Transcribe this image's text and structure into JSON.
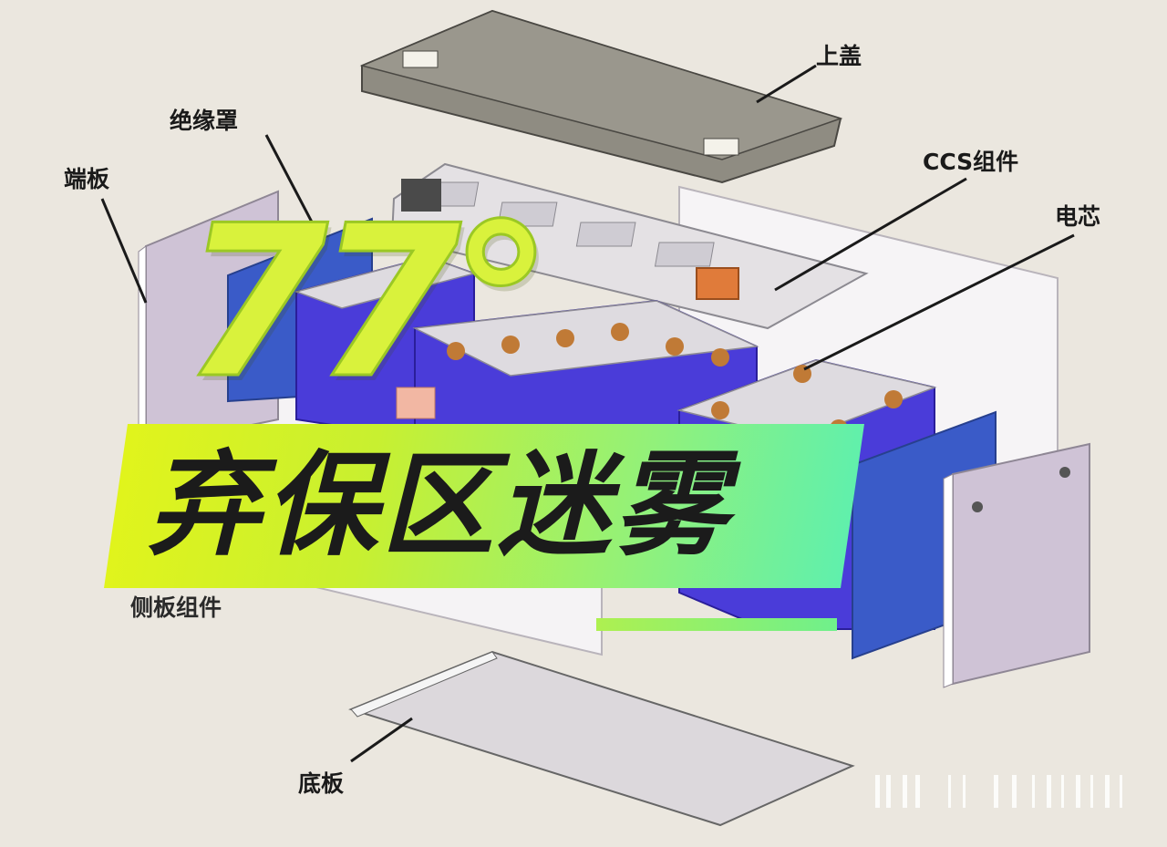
{
  "labels": {
    "lid": "上盖",
    "insulation_cover": "绝缘罩",
    "end_plate": "端板",
    "ccs_assembly": "CCS组件",
    "cell": "电芯",
    "side_plate_assembly": "侧板组件",
    "bottom_plate": "底板"
  },
  "overlay": {
    "headline_number": "77°",
    "banner_text": "弃保区迷雾"
  },
  "colors": {
    "cell_blue": "#4a3cd9",
    "end_plate_blue": "#3a5bc8",
    "lid_gray": "#8f8c82",
    "banner_start": "#e3f41a",
    "banner_end": "#5af0b2",
    "accent_green": "#7cf07a",
    "background": "#ebe7df"
  }
}
